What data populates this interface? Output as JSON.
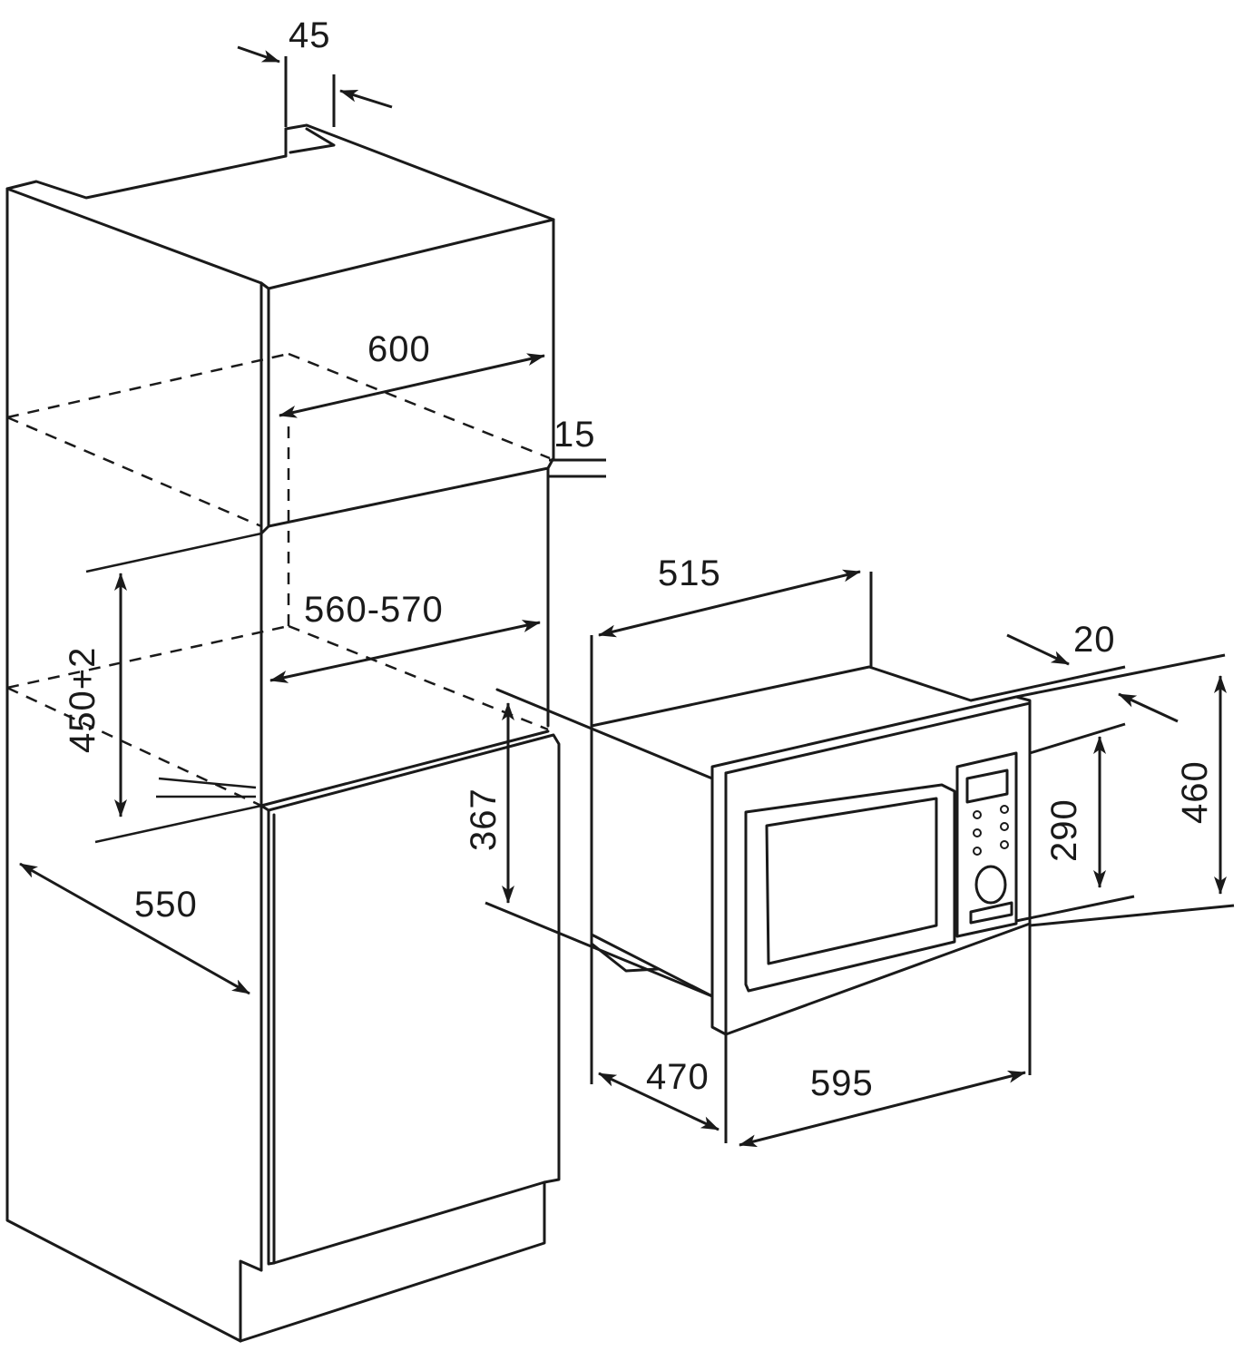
{
  "colors": {
    "line": "#1a1a1a",
    "background": "#ffffff"
  },
  "dimensions": {
    "top_panel_thickness": "45",
    "cabinet_width": "600",
    "panel_offset": "15",
    "cabinet_inner_width": "560-570",
    "niche_height": "450+2",
    "cabinet_depth": "550",
    "appliance_depth": "515",
    "frame_depth": "20",
    "appliance_body_height": "367",
    "frame_height": "460",
    "door_height": "290",
    "installation_depth": "470",
    "frame_width": "595"
  }
}
